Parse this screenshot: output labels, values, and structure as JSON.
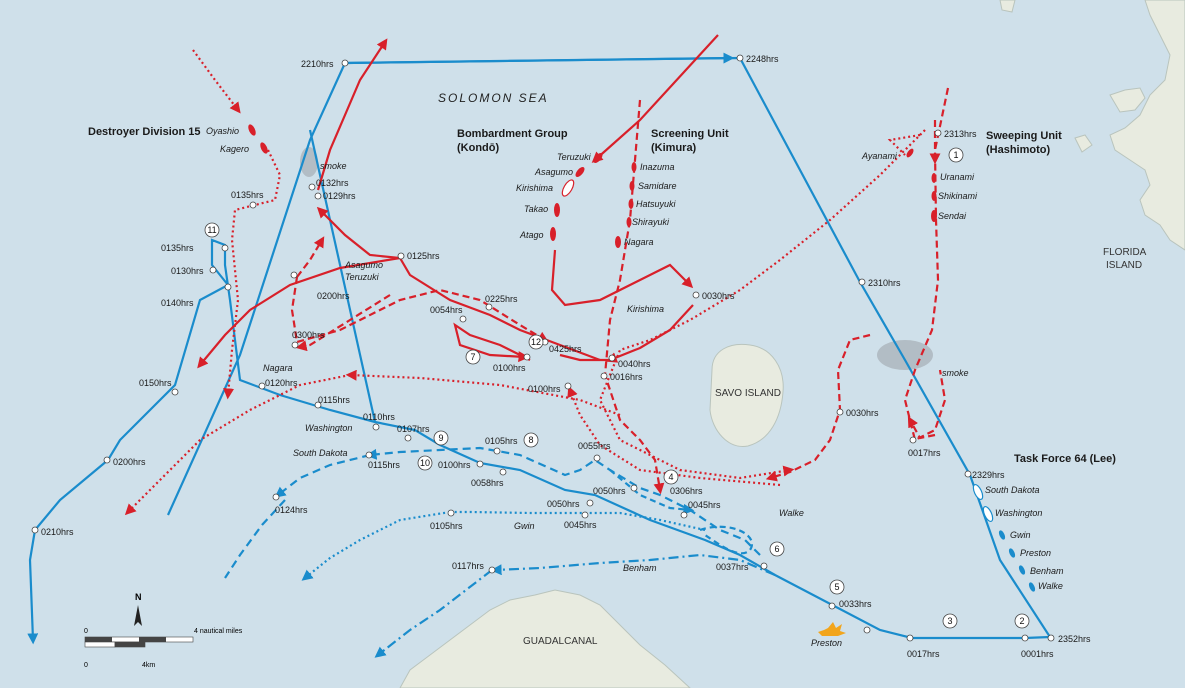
{
  "title": "SOLOMON SEA",
  "islands": {
    "savo": "SAVO ISLAND",
    "guadalcanal": "GUADALCANAL",
    "florida_1": "FLORIDA",
    "florida_2": "ISLAND"
  },
  "groups": {
    "destroyer_div": "Destroyer Division 15",
    "bombardment_1": "Bombardment Group",
    "bombardment_2": "(Kondō)",
    "screening_1": "Screening Unit",
    "screening_2": "(Kimura)",
    "sweeping_1": "Sweeping Unit",
    "sweeping_2": "(Hashimoto)",
    "tf64": "Task Force 64 (Lee)"
  },
  "japanese_ships": {
    "oyashio": "Oyashio",
    "kagero": "Kagero",
    "teruzuki": "Teruzuki",
    "asagumo": "Asagumo",
    "kirishima": "Kirishima",
    "takao": "Takao",
    "atago": "Atago",
    "inazuma": "Inazuma",
    "samidare": "Samidare",
    "hatsuyuki": "Hatsuyuki",
    "shirayuki": "Shirayuki",
    "nagara": "Nagara",
    "ayanami": "Ayanami",
    "uranami": "Uranami",
    "shikinami": "Shikinami",
    "sendai": "Sendai",
    "asagumo_map": "Asagumo",
    "teruzuki_map": "Teruzuki",
    "kirishima_map": "Kirishima",
    "nagara_map": "Nagara"
  },
  "us_ships": {
    "south_dakota": "South Dakota",
    "washington": "Washington",
    "gwin": "Gwin",
    "preston": "Preston",
    "benham": "Benham",
    "walke": "Walke",
    "washington_map": "Washington",
    "south_dakota_map": "South Dakota",
    "gwin_map": "Gwin",
    "benham_map": "Benham",
    "walke_map": "Walke",
    "preston_map": "Preston"
  },
  "labels": {
    "smoke_1": "smoke",
    "smoke_2": "smoke",
    "t2210": "2210hrs",
    "t2248": "2248hrs",
    "t2313": "2313hrs",
    "t2310": "2310hrs",
    "t0132": "0132hrs",
    "t0129": "0129hrs",
    "t0135a": "0135hrs",
    "t0135b": "0135hrs",
    "t0130": "0130hrs",
    "t0140": "0140hrs",
    "t0125": "0125hrs",
    "t0200a": "0200hrs",
    "t0300": "0300hrs",
    "t0225": "0225hrs",
    "t0054": "0054hrs",
    "t0030a": "0030hrs",
    "t0425": "0425hrs",
    "t0040": "0040hrs",
    "t0100a": "0100hrs",
    "t0016": "0016hrs",
    "t0100b": "0100hrs",
    "t0030b": "0030hrs",
    "t0017a": "0017hrs",
    "t0150": "0150hrs",
    "t0120": "0120hrs",
    "t0115a": "0115hrs",
    "t0110": "0110hrs",
    "t0107": "0107hrs",
    "t0105a": "0105hrs",
    "t0055": "0055hrs",
    "t0115b": "0115hrs",
    "t0100c": "0100hrs",
    "t0058": "0058hrs",
    "t0306": "0306hrs",
    "t0050a": "0050hrs",
    "t0050b": "0050hrs",
    "t0045a": "0045hrs",
    "t0045b": "0045hrs",
    "t0105b": "0105hrs",
    "t0124": "0124hrs",
    "t0200b": "0200hrs",
    "t0210": "0210hrs",
    "t0117": "0117hrs",
    "t0037": "0037hrs",
    "t0033": "0033hrs",
    "t0017b": "0017hrs",
    "t0001": "0001hrs",
    "t2352": "2352hrs",
    "t2329": "2329hrs"
  },
  "callouts": [
    "1",
    "2",
    "3",
    "4",
    "5",
    "6",
    "7",
    "8",
    "9",
    "10",
    "11",
    "12"
  ],
  "scale": {
    "north": "N",
    "zero_top": "0",
    "nm": "4 nautical miles",
    "zero_bottom": "0",
    "km": "4km"
  },
  "colors": {
    "japanese": "#d8202a",
    "us": "#1a8ccc",
    "sea": "#cfe0ea",
    "land": "#e8ebe0"
  }
}
